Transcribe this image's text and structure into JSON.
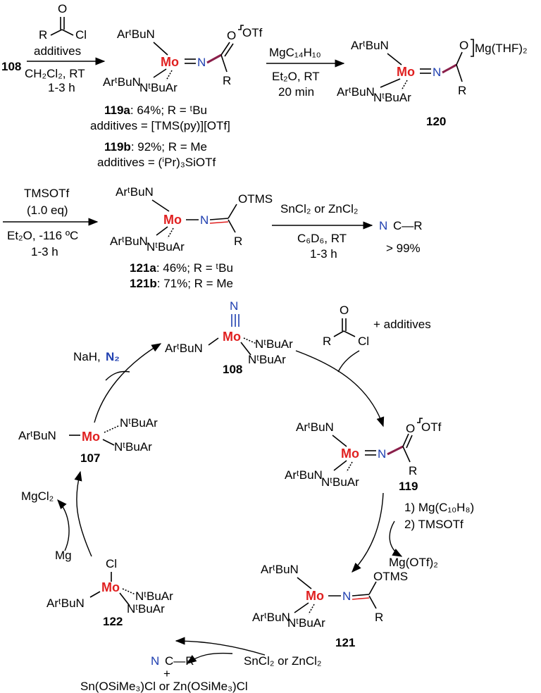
{
  "step1": {
    "start": "108",
    "reagent_r": "R",
    "reagent_o": "O",
    "reagent_cl": "Cl",
    "above": "additives",
    "below1": "CH₂Cl₂, RT",
    "below2": "1-3 h"
  },
  "complex119": {
    "ligand_top": "ArᵗBuN",
    "ligand_bl": "ArᵗBuN",
    "ligand_br": "NᵗBuAr",
    "mo": "Mo",
    "n": "N",
    "o": "O",
    "r": "R",
    "counterion": "OTf",
    "yield_a_label": "119a",
    "yield_a_text": ": 64%; R = ᵗBu",
    "additives_a": "additives = [TMS(py)][OTf]",
    "yield_b_label": "119b",
    "yield_b_text": ": 92%; R = Me",
    "additives_b": "additives = (ⁱPr)₃SiOTf"
  },
  "step2": {
    "above": "MgC₁₄H₁₀",
    "below1": "Et₂O, RT",
    "below2": "20 min"
  },
  "complex120": {
    "ligand_top": "ArᵗBuN",
    "ligand_bl": "ArᵗBuN",
    "ligand_br": "NᵗBuAr",
    "mo": "Mo",
    "n": "N",
    "o": "O",
    "r": "R",
    "counterion": "Mg(THF)₂",
    "label": "120"
  },
  "step3": {
    "above1": "TMSOTf",
    "above2": "(1.0 eq)",
    "below1": "Et₂O, -116 ºC",
    "below2": "1-3 h"
  },
  "complex121": {
    "ligand_top": "ArᵗBuN",
    "ligand_bl": "ArᵗBuN",
    "ligand_br": "NᵗBuAr",
    "mo": "Mo",
    "n": "N",
    "otms": "OTMS",
    "r": "R",
    "yield_a_label": "121a",
    "yield_a_text": ": 46%; R = ᵗBu",
    "yield_b_label": "121b",
    "yield_b_text": ": 71%; R = Me"
  },
  "step4": {
    "above": "SnCl₂ or ZnCl₂",
    "below1": "C₆D₆, RT",
    "below2": "1-3 h"
  },
  "product": {
    "n": "N",
    "rest": "C—R",
    "yield": "> 99%"
  },
  "cycle": {
    "c108": {
      "n": "N",
      "mo": "Mo",
      "left": "ArᵗBuN",
      "r1": "NᵗBuAr",
      "r2": "NᵗBuAr",
      "label": "108"
    },
    "acyl": {
      "o": "O",
      "r": "R",
      "cl": "Cl",
      "plus": "+ additives"
    },
    "c119": {
      "top": "ArᵗBuN",
      "bl": "ArᵗBuN",
      "br": "NᵗBuAr",
      "mo": "Mo",
      "n": "N",
      "o": "O",
      "r": "R",
      "otf": "OTf",
      "label": "119"
    },
    "reduction": {
      "line1": "1) Mg(C₁₀H₈)",
      "line2": "2) TMSOTf",
      "byproduct": "Mg(OTf)₂"
    },
    "c121": {
      "top": "ArᵗBuN",
      "bl": "ArᵗBuN",
      "br": "NᵗBuAr",
      "mo": "Mo",
      "n": "N",
      "otms": "OTMS",
      "r": "R",
      "label": "121"
    },
    "lewis": "SnCl₂ or ZnCl₂",
    "nitrile": {
      "n": "N",
      "rest": "C—R",
      "plus": "+",
      "byproduct": "Sn(OSiMe₃)Cl or Zn(OSiMe₃)Cl"
    },
    "c122": {
      "cl": "Cl",
      "mo": "Mo",
      "left": "ArᵗBuN",
      "r1": "NᵗBuAr",
      "r2": "NᵗBuAr",
      "label": "122"
    },
    "mg": "Mg",
    "mgcl2": "MgCl₂",
    "c107": {
      "left": "ArᵗBuN",
      "mo": "Mo",
      "r1": "NᵗBuAr",
      "r2": "NᵗBuAr",
      "label": "107"
    },
    "nah": "NaH,",
    "n2": "N₂"
  },
  "colors": {
    "mo": "#e02020",
    "n": "#1f3fb0",
    "double_bond": "#8a1f4a"
  }
}
